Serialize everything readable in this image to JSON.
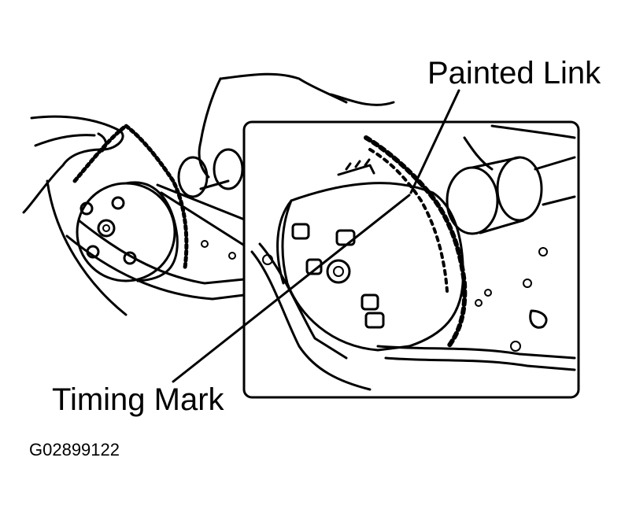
{
  "labels": {
    "painted_link": "Painted Link",
    "timing_mark": "Timing Mark",
    "figure_code": "G02899122"
  }
}
